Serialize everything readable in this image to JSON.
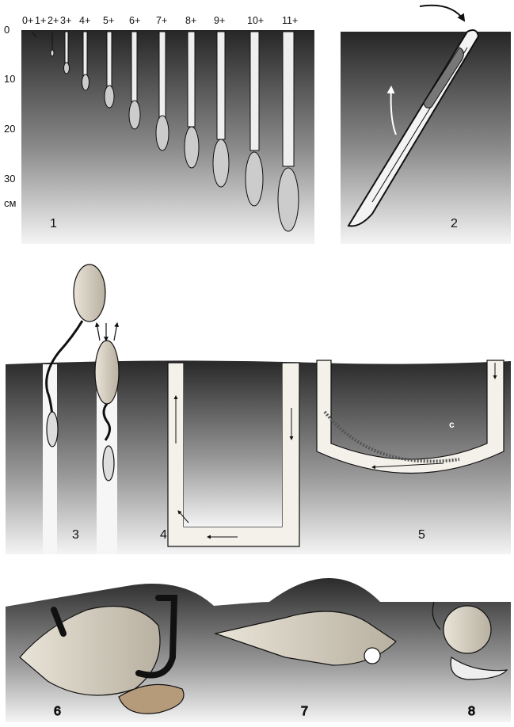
{
  "panel1": {
    "number": "1",
    "depth_ticks": [
      "0",
      "10",
      "20",
      "30"
    ],
    "unit": "см",
    "age_labels": [
      "0+",
      "1+",
      "2+",
      "3+",
      "4+",
      "5+",
      "6+",
      "7+",
      "8+",
      "9+",
      "10+",
      "11+"
    ]
  },
  "panel2": {
    "number": "2"
  },
  "panel3": {
    "number": "3"
  },
  "panel4": {
    "number": "4"
  },
  "panel5": {
    "number": "5",
    "marker": "c"
  },
  "panel6": {
    "number": "6"
  },
  "panel7": {
    "number": "7"
  },
  "panel8": {
    "number": "8"
  },
  "colors": {
    "sediment_dark": "#2b2b2b",
    "sediment_light": "#f2f2f2",
    "sea_surface": "#ffffff"
  }
}
